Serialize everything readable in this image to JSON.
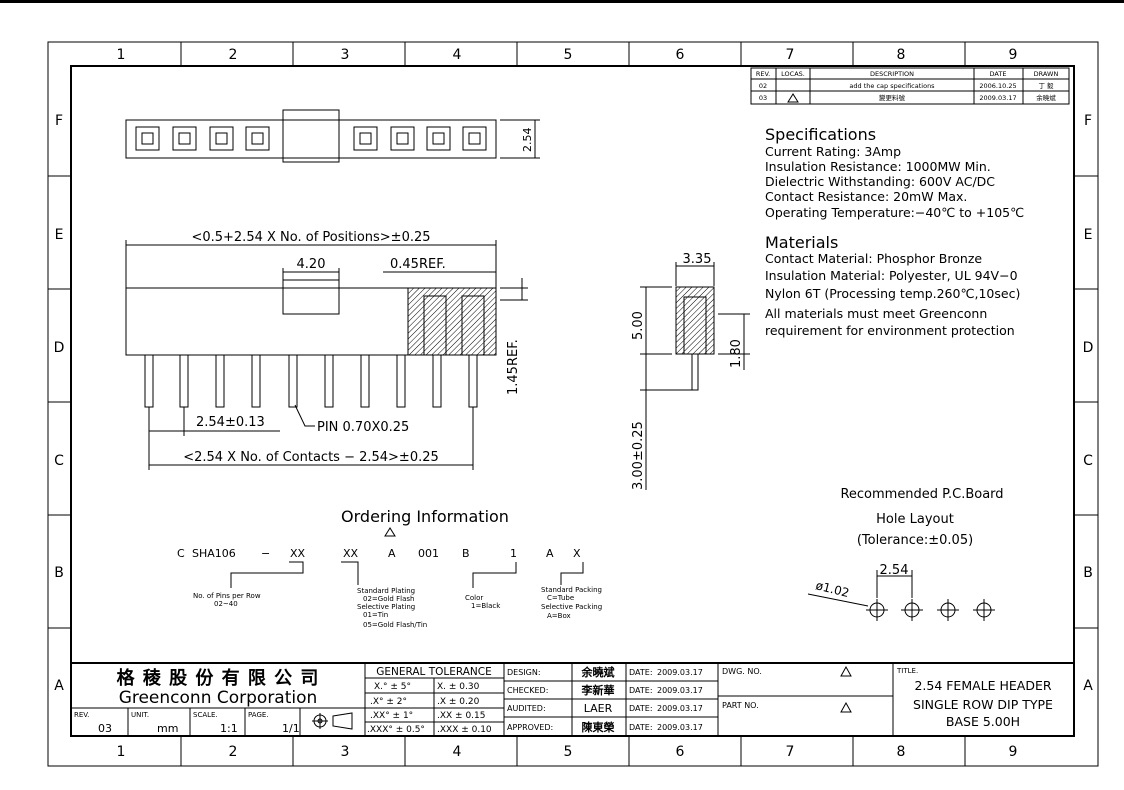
{
  "grid": {
    "columns": [
      "1",
      "2",
      "3",
      "4",
      "5",
      "6",
      "7",
      "8",
      "9"
    ],
    "rows": [
      "F",
      "E",
      "D",
      "C",
      "B",
      "A"
    ]
  },
  "revision_table": {
    "headers": [
      "REV.",
      "LOCAS.",
      "DESCRIPTION",
      "DATE",
      "DRAWN"
    ],
    "rows": [
      [
        "02",
        "",
        "add the cap specifications",
        "2006.10.25",
        "丁 毅"
      ],
      [
        "03",
        "",
        "變更料號",
        "2009.03.17",
        "余曉斌"
      ]
    ]
  },
  "specifications": {
    "title": "Specifications",
    "lines": [
      "Current Rating:   3Amp",
      "Insulation Resistance: 1000MW Min.",
      "Dielectric Withstanding:  600V AC/DC",
      "Contact Resistance:  20mW Max.",
      "Operating Temperature:−40℃ to +105℃"
    ]
  },
  "materials": {
    "title": "Materials",
    "lines": [
      "Contact Material: Phosphor Bronze",
      "Insulation Material: Polyester, UL 94V−0",
      "Nylon 6T (Processing temp.260℃,10sec)",
      "All materials must meet Greenconn",
      "requirement for environment protection"
    ]
  },
  "dimensions": {
    "top_height": "2.54",
    "overall_length": "<0.5+2.54 X No. of Positions>±0.25",
    "cap_width": "4.20",
    "ref_045": "0.45REF.",
    "ref_145": "1.45REF.",
    "pitch": "2.54±0.13",
    "pin": "PIN 0.70X0.25",
    "contacts_span": "<2.54 X No. of Contacts − 2.54>±0.25",
    "side_width": "3.35",
    "side_height": "5.00",
    "side_180": "1.80",
    "tail_length": "3.00±0.25"
  },
  "ordering": {
    "title": "Ordering Information",
    "code": [
      "C",
      "SHA106",
      "−",
      "XX",
      "XX",
      "A",
      "001",
      "B",
      "1",
      "A",
      "X"
    ],
    "notes": {
      "pins": [
        "No. of Pins per Row",
        "02~40"
      ],
      "plating": [
        "Standard Plating",
        "02=Gold Flash",
        "Selective Plating",
        "01=Tin",
        "05=Gold Flash/Tin"
      ],
      "color": [
        "Color",
        "1=Black"
      ],
      "packing": [
        "Standard Packing",
        "C=Tube",
        "Selective Packing",
        "A=Box"
      ]
    }
  },
  "pcb": {
    "title1": "Recommended P.C.Board",
    "title2": "Hole Layout",
    "tolerance": "(Tolerance:±0.05)",
    "pitch": "2.54",
    "hole": "ø1.02"
  },
  "title_block": {
    "company_cn": "格 稜 股 份 有 限 公 司",
    "company_en": "Greenconn Corporation",
    "rev_label": "REV.",
    "rev": "03",
    "unit_label": "UNIT.",
    "unit": "mm",
    "scale_label": "SCALE.",
    "scale": "1:1",
    "page_label": "PAGE.",
    "page": "1/1",
    "tolerance_title": "GENERAL TOLERANCE",
    "tolerances": [
      [
        "X.° ± 5°",
        "X.     ± 0.30"
      ],
      [
        ".X° ± 2°",
        ".X     ± 0.20"
      ],
      [
        ".XX° ± 1°",
        ".XX   ± 0.15"
      ],
      [
        ".XXX° ± 0.5°",
        ".XXX  ± 0.10"
      ]
    ],
    "approvals": [
      [
        "DESIGN:",
        "余曉斌",
        "DATE:",
        "2009.03.17"
      ],
      [
        "CHECKED:",
        "李新華",
        "DATE:",
        "2009.03.17"
      ],
      [
        "AUDITED:",
        "LAER",
        "DATE:",
        "2009.03.17"
      ],
      [
        "APPROVED:",
        "陳東榮",
        "DATE:",
        "2009.03.17"
      ]
    ],
    "dwg_label": "DWG. NO.",
    "part_label": "PART NO.",
    "title_label": "TITLE.",
    "title_lines": [
      "2.54 FEMALE HEADER",
      "SINGLE ROW DIP TYPE",
      "BASE 5.00H"
    ]
  }
}
